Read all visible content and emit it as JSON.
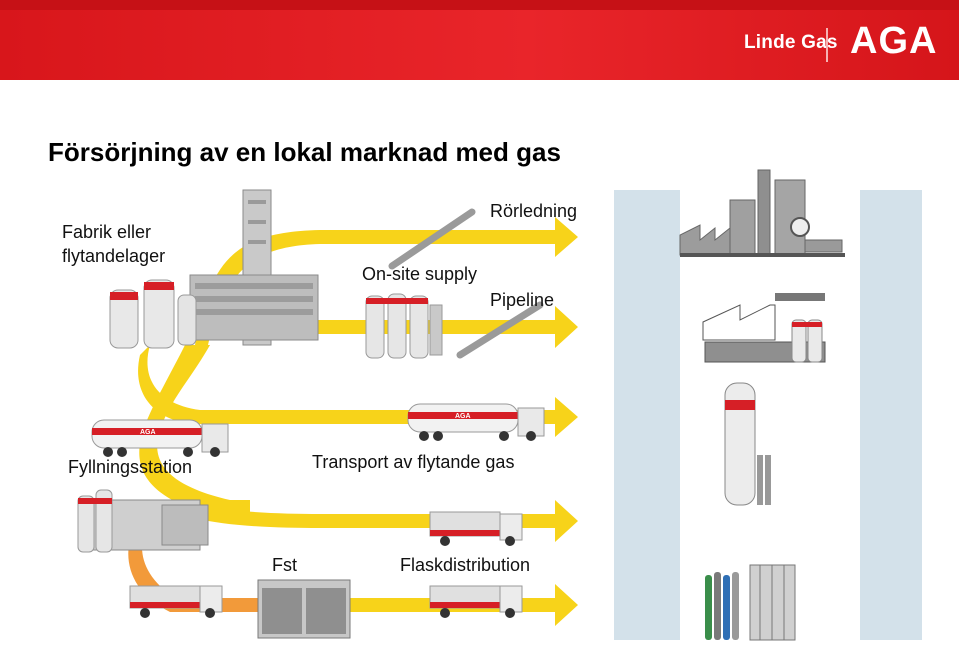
{
  "header": {
    "brand_secondary": "Linde Gas",
    "brand_primary": "AGA",
    "colors": {
      "brand_red": "#e2231a",
      "arrow_yellow": "#f7d31a",
      "arrow_orange": "#f29a3a",
      "panel_blue": "#d3e1ea"
    }
  },
  "slide": {
    "title": "Försörjning av en lokal marknad med gas"
  },
  "labels": {
    "source_line1": "Fabrik eller",
    "source_line2": "flytandelager",
    "rorledning": "Rörledning",
    "onsite": "On-site supply",
    "pipeline": "Pipeline",
    "filling_station": "Fyllningsstation",
    "transport": "Transport av flytande gas",
    "fst": "Fst",
    "flask": "Flaskdistribution"
  },
  "vehicle_text": {
    "tank_logo": "AGA"
  },
  "icons": [
    "plant-icon",
    "pipe-icon",
    "tank-truck-icon",
    "flatbed-truck-icon",
    "factory-icon",
    "storage-tank-icon",
    "cylinder-bundle-icon"
  ]
}
